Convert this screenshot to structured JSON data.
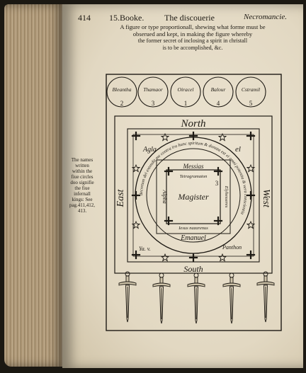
{
  "header": {
    "page_number": "414",
    "book": "15.Booke.",
    "title": "The discouerie",
    "running_title": "Necromancie."
  },
  "caption": {
    "line1": "A figure or type proportionall, shewing what forme must be",
    "line2": "obserued and kept, in making the figure whereby",
    "line3": "the former secret of inclosing a spirit in christall",
    "line4": "is to be accomplished, &c."
  },
  "side_note": {
    "line1": "The names",
    "line2": "written",
    "line3": "within the",
    "line4": "fiue circles",
    "line5": "doo signifie",
    "line6": "the fiue",
    "line7": "infernall",
    "line8": "kings: See",
    "line9": "pag.411,412,",
    "line10": "413."
  },
  "figure": {
    "circles": [
      {
        "name": "Bleantha",
        "number": "2"
      },
      {
        "name": "Thamaor",
        "number": "3"
      },
      {
        "name": "Oiracel",
        "number": "1"
      },
      {
        "name": "Balour",
        "number": "4"
      },
      {
        "name": "Cstramil",
        "number": "5"
      }
    ],
    "north": "North",
    "south": "South",
    "east": "East",
    "west": "West",
    "corner_agla": "Agla",
    "corner_el": "el",
    "corner_ya": "Ya. v.",
    "corner_panthon": "Panthon",
    "inner_messias": "Messias",
    "inner_tetragrammaton": "Tetragramaton",
    "inner_alpha": "Alpha",
    "inner_elyhesseres": "Elyhesseres",
    "inner_iesus": "Iesus nazarenus",
    "inner_number": "3",
    "inner_emanuel": "Emanuel",
    "center": "Magister",
    "ring_text": "decretum dei extendit me contra ira hunc spiritum & donata est ei omni potentia & vera conscientia"
  }
}
